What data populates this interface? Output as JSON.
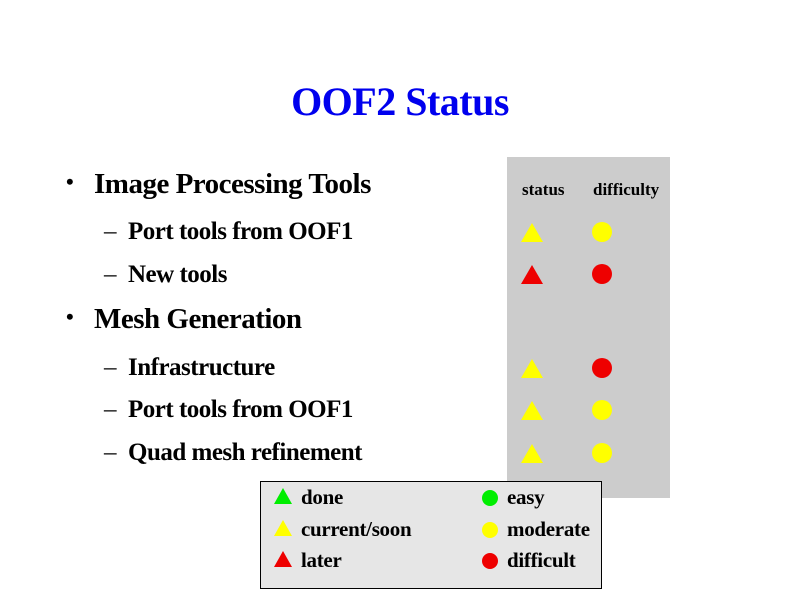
{
  "slide": {
    "title": "OOF2 Status"
  },
  "outline": [
    {
      "text": "Image Processing Tools",
      "level": 1
    },
    {
      "text": "Port tools from OOF1",
      "level": 2,
      "status": "current/soon",
      "difficulty": "moderate"
    },
    {
      "text": "New tools",
      "level": 2,
      "status": "later",
      "difficulty": "difficult"
    },
    {
      "text": "Mesh Generation",
      "level": 1
    },
    {
      "text": "Infrastructure",
      "level": 2,
      "status": "current/soon",
      "difficulty": "difficult"
    },
    {
      "text": "Port tools from OOF1",
      "level": 2,
      "status": "current/soon",
      "difficulty": "moderate"
    },
    {
      "text": "Quad mesh refinement",
      "level": 2,
      "status": "current/soon",
      "difficulty": "moderate"
    }
  ],
  "bullet_marks": {
    "level1": "•",
    "level2": "–"
  },
  "status_table": {
    "status_header": "status",
    "difficulty_header": "difficulty"
  },
  "legend": {
    "status": [
      {
        "label": "done",
        "color": "#00ee00"
      },
      {
        "label": "current/soon",
        "color": "#ffff00"
      },
      {
        "label": "later",
        "color": "#ee0000"
      }
    ],
    "difficulty": [
      {
        "label": "easy",
        "color": "#00ee00"
      },
      {
        "label": "moderate",
        "color": "#ffff00"
      },
      {
        "label": "difficult",
        "color": "#ee0000"
      }
    ]
  },
  "colors": {
    "title": "#0000ee",
    "panel": "#cccccc",
    "legend_bg": "#e6e6e6",
    "green": "#00ee00",
    "yellow": "#ffff00",
    "red": "#ee0000"
  }
}
